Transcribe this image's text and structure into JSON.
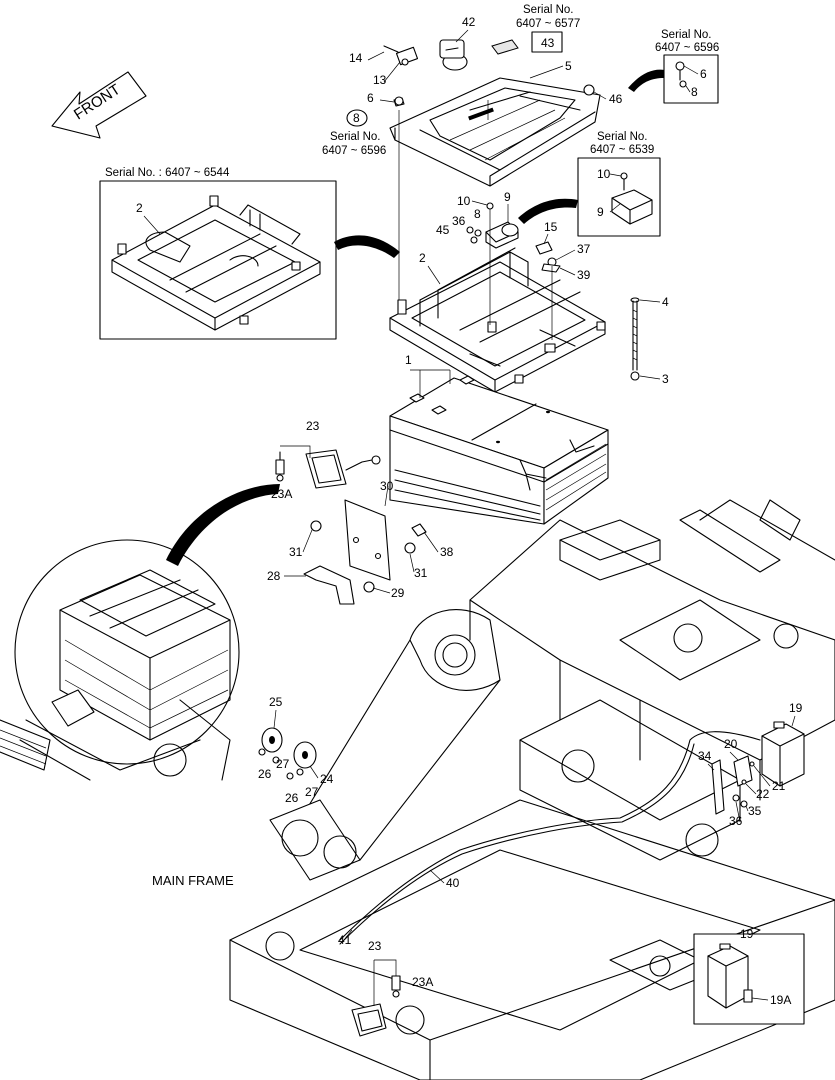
{
  "direction_label": "FRONT",
  "frame_label": "MAIN FRAME",
  "serial_notes": {
    "s6577": "6407 ~ 6577",
    "s6596_top": "6407 ~ 6596",
    "s6596_mid": "6407 ~ 6596",
    "s6539": "6407 ~ 6539",
    "s6544": "Serial No. : 6407 ~ 6544",
    "serial_word": "Serial No."
  },
  "callouts": {
    "c1": "1",
    "c2": "2",
    "c2b": "2",
    "c3": "3",
    "c4": "4",
    "c5": "5",
    "c6": "6",
    "c6b": "6",
    "c8": "8",
    "c8b": "8",
    "c8c": "8",
    "c9": "9",
    "c9b": "9",
    "c10": "10",
    "c10b": "10",
    "c13": "13",
    "c14": "14",
    "c15": "15",
    "c19": "19",
    "c19b": "19",
    "c19a": "19A",
    "c20": "20",
    "c21": "21",
    "c22": "22",
    "c23": "23",
    "c23b": "23",
    "c23a": "23A",
    "c23ab": "23A",
    "c24": "24",
    "c25": "25",
    "c26": "26",
    "c26b": "26",
    "c27": "27",
    "c27b": "27",
    "c28": "28",
    "c29": "29",
    "c30": "30",
    "c31": "31",
    "c31b": "31",
    "c34": "34",
    "c35": "35",
    "c36": "36",
    "c36b": "36",
    "c37": "37",
    "c38": "38",
    "c39": "39",
    "c40": "40",
    "c41": "41",
    "c42": "42",
    "c43": "43",
    "c45": "45",
    "c46": "46"
  }
}
